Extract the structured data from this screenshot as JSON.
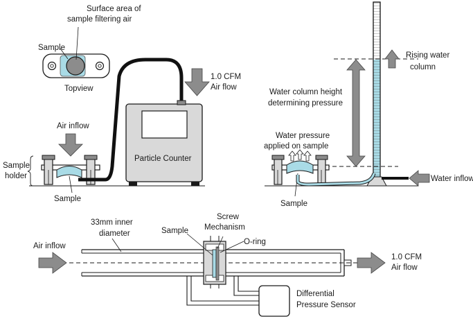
{
  "labels": {
    "surface_area_line1": "Surface area of",
    "surface_area_line2": "sample filtering air",
    "topview_sample": "Sample",
    "topview": "Topview",
    "flow_top_line1": "1.0 CFM",
    "flow_top_line2": "Air flow",
    "air_inflow_top": "Air inflow",
    "particle_counter": "Particle Counter",
    "sample_holder_line1": "Sample",
    "sample_holder_line2": "holder",
    "sample_left": "Sample",
    "rising_line1": "Rising water",
    "rising_line2": "column",
    "water_height_line1": "Water column height",
    "water_height_line2": "determining pressure",
    "water_pressure_line1": "Water pressure",
    "water_pressure_line2": "applied on sample",
    "sample_right": "Sample",
    "water_inflow": "Water inflow",
    "inner_diameter_line1": "33mm inner",
    "inner_diameter_line2": "diameter",
    "screw_line1": "Screw",
    "screw_line2": "Mechanism",
    "sample_bottom": "Sample",
    "oring": "O-ring",
    "air_inflow_bottom": "Air inflow",
    "flow_bottom_line1": "1.0 CFM",
    "flow_bottom_line2": "Air flow",
    "dp_sensor_line1": "Differential",
    "dp_sensor_line2": "Pressure Sensor"
  },
  "colors": {
    "arrow_gray": "#8c8c8c",
    "sample_blue": "#a9dbe6",
    "outline": "#1a1a1a",
    "box_fill": "#d9d9d9",
    "tube_black": "#111111"
  }
}
